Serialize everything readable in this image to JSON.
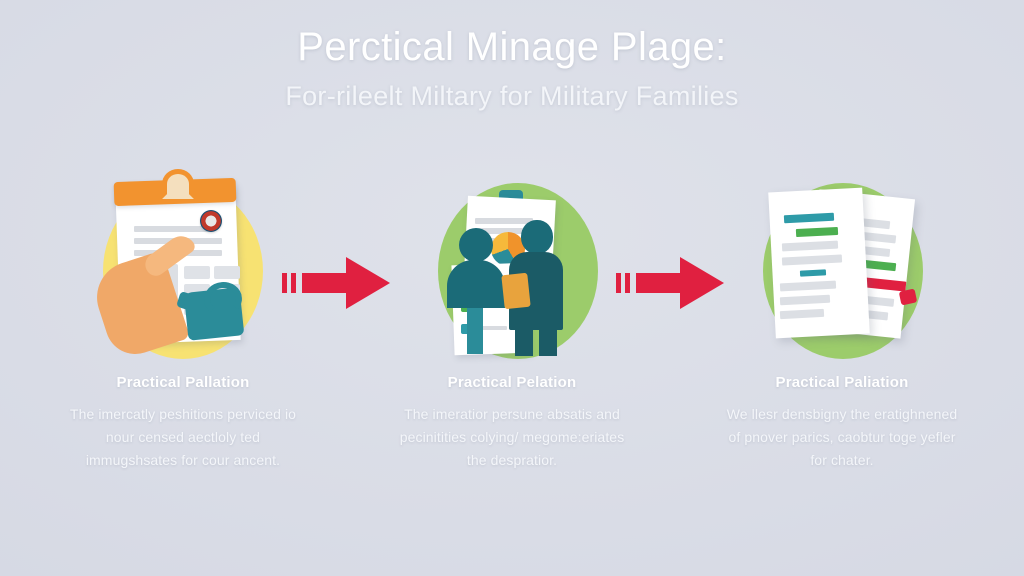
{
  "header": {
    "title": "Perctical Minage Plage:",
    "subtitle": "For-rileelt Miltary for Military Families"
  },
  "steps": [
    {
      "icon_name": "clipboard-checklist-icon",
      "blob_color": "#f7e272",
      "caption_heading": "Practical Pallation",
      "caption_body": "The imercatly peshitions perviced io nour censed aectloly ted immugshsates for cour ancent."
    },
    {
      "icon_name": "consultation-people-icon",
      "blob_color": "#9ccc6b",
      "caption_heading": "Practical Pelation",
      "caption_body": "The imeratior persune absatis and pecinitities colying/ megome:eriates the despratior."
    },
    {
      "icon_name": "highlighted-documents-icon",
      "blob_color": "#9ccc6b",
      "caption_heading": "Practical Paliation",
      "caption_body": "We llesr densbigny the eratighnened of pnover parics, caobtur toge yefler for chater."
    }
  ],
  "arrows": [
    {
      "name": "arrow-step-1-to-2",
      "color": "#e02040"
    },
    {
      "name": "arrow-step-2-to-3",
      "color": "#e02040"
    }
  ],
  "colors": {
    "background": "#dcdfe8",
    "accent_red": "#e02040",
    "accent_orange": "#f2932f",
    "accent_teal": "#2b8c99",
    "accent_green": "#4caf50",
    "blob_yellow": "#f7e272",
    "blob_green": "#9ccc6b",
    "text_white": "#ffffff"
  }
}
